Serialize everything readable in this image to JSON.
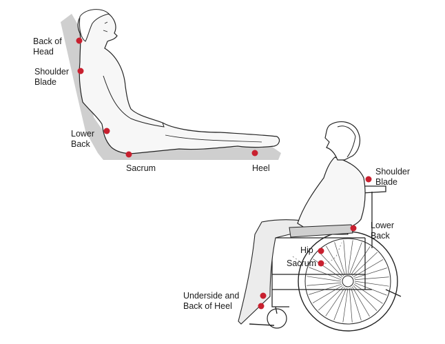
{
  "colors": {
    "pressure_dot": "#c8202f",
    "outline": "#222222",
    "skin": "#f7f7f7",
    "support_surface": "#cfcfcf",
    "gown": "#ececec"
  },
  "reclining_figure": {
    "labels": {
      "back_of_head": "Back of\nHead",
      "shoulder_blade": "Shoulder\nBlade",
      "lower_back": "Lower\nBack",
      "sacrum": "Sacrum",
      "heel": "Heel"
    }
  },
  "wheelchair_figure": {
    "labels": {
      "shoulder_blade": "Shoulder\nBlade",
      "lower_back": "Lower\nBack",
      "hip": "Hip",
      "sacrum": "Sacrum",
      "heel": "Underside and\nBack of Heel"
    }
  }
}
